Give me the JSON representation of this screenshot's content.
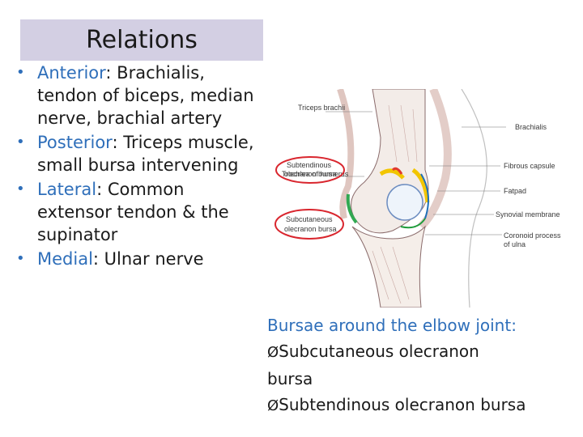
{
  "slide": {
    "title": "Relations",
    "bullets": [
      {
        "term": "Anterior",
        "text": ": Brachialis, tendon of biceps, median nerve, brachial artery"
      },
      {
        "term": "Posterior",
        "text": ": Triceps muscle, small bursa intervening"
      },
      {
        "term": "Lateral",
        "text": ": Common extensor tendon & the supinator"
      },
      {
        "term": "Medial",
        "text": ": Ulnar nerve"
      }
    ],
    "bullet_glyph": "•"
  },
  "figure": {
    "labels_left": [
      "Triceps brachii",
      "Subtendinous olecranon bursa",
      "Trochlea of humerus",
      "Subcutaneous olecranon bursa"
    ],
    "labels_right": [
      "Brachialis",
      "Fibrous capsule",
      "Fatpad",
      "Synovial membrane",
      "Coronoid process of ulna"
    ],
    "subtendinous_l1": "Subtendinous",
    "subtendinous_l2": "olecranon bursa",
    "subcutaneous_l1": "Subcutaneous",
    "subcutaneous_l2": "olecranon bursa",
    "coronoid_l1": "Coronoid process",
    "coronoid_l2": "of ulna"
  },
  "caption": {
    "title": "Bursae around the elbow joint:",
    "item1_line1": "Subcutaneous olecranon",
    "item1_line2": "bursa",
    "item2": "Subtendinous olecranon bursa",
    "arrow": "Ø"
  },
  "colors": {
    "title_bg": "#d3cfe3",
    "accent": "#2f6fba",
    "circle": "#d9262e"
  }
}
